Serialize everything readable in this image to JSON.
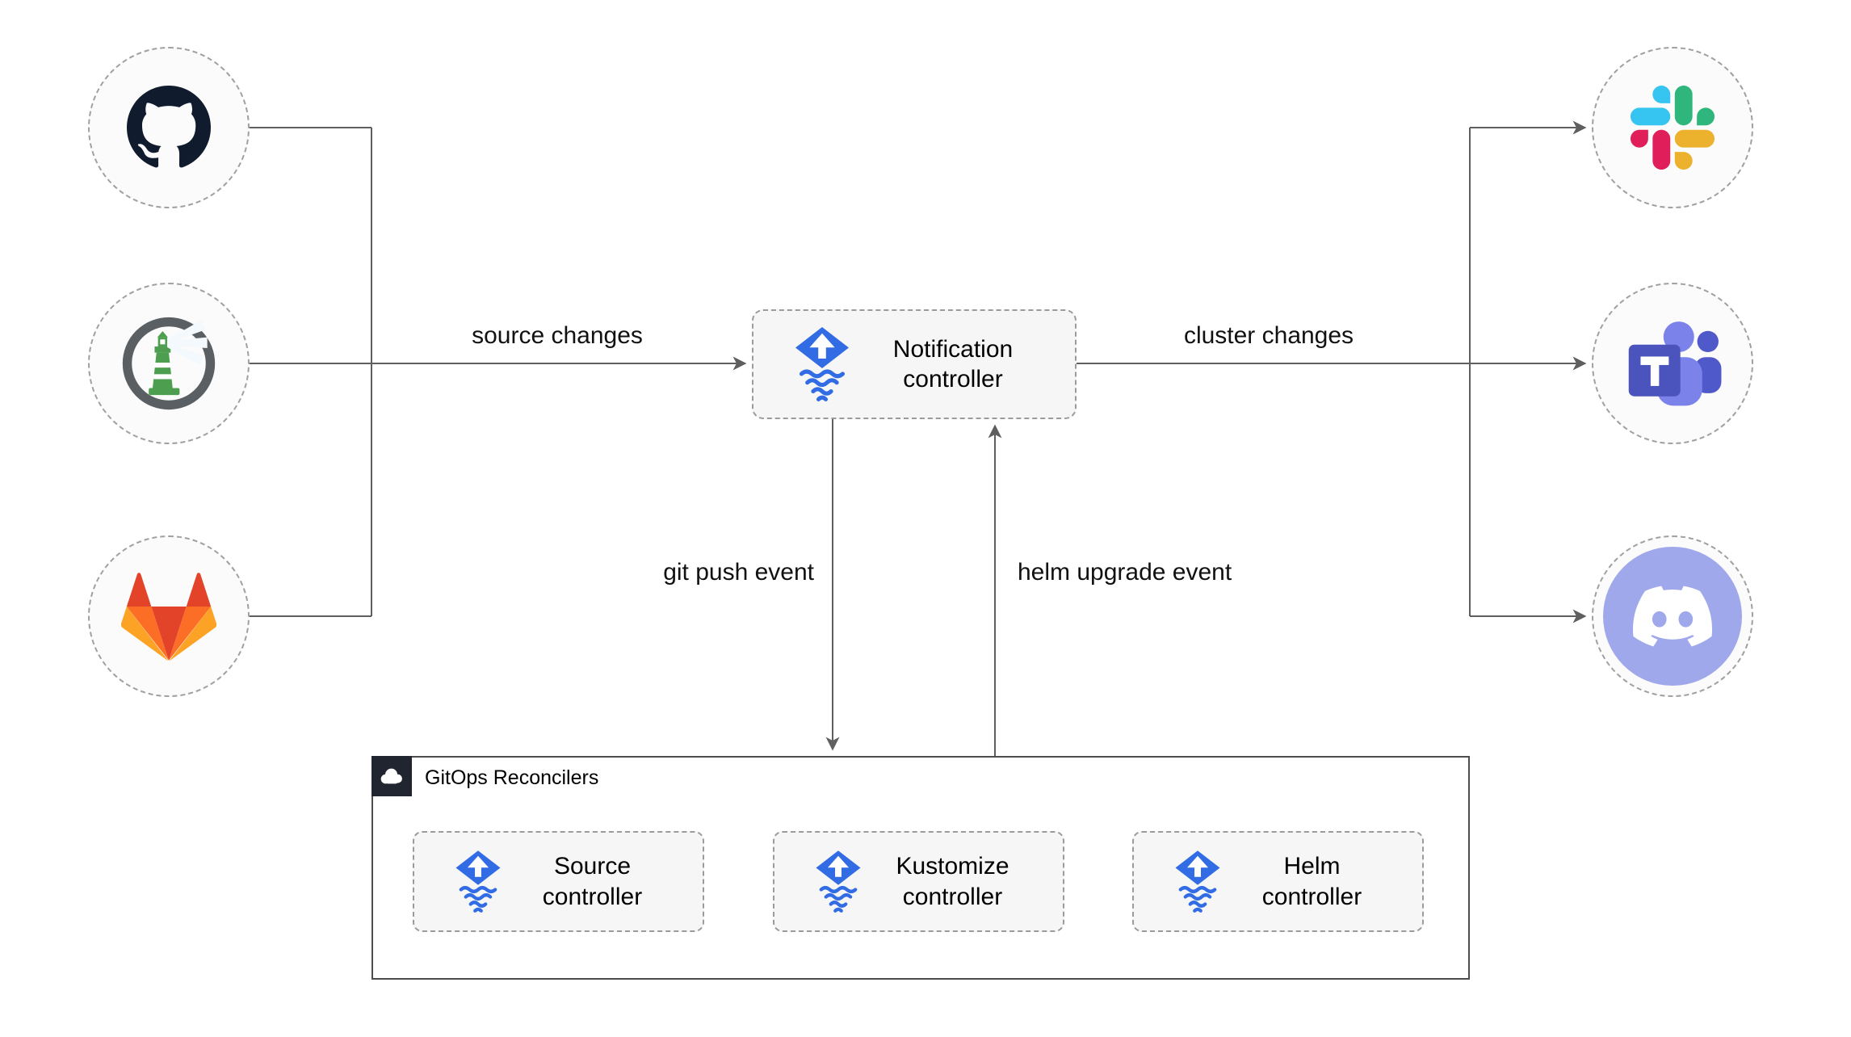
{
  "edges": {
    "source_changes": "source changes",
    "cluster_changes": "cluster changes",
    "git_push_event": "git push event",
    "helm_upgrade_event": "helm upgrade event"
  },
  "notification_controller": {
    "label": "Notification controller"
  },
  "gitops": {
    "title": "GitOps Reconcilers",
    "controllers": [
      {
        "label": "Source controller"
      },
      {
        "label": "Kustomize controller"
      },
      {
        "label": "Helm controller"
      }
    ]
  },
  "sources": [
    {
      "name": "github",
      "icon": "github-icon"
    },
    {
      "name": "harbor",
      "icon": "harbor-icon"
    },
    {
      "name": "gitlab",
      "icon": "gitlab-icon"
    }
  ],
  "targets": [
    {
      "name": "slack",
      "icon": "slack-icon"
    },
    {
      "name": "teams",
      "icon": "microsoft-teams-icon"
    },
    {
      "name": "discord",
      "icon": "discord-icon"
    }
  ],
  "icons": {
    "github-icon": "octocat mark",
    "harbor-icon": "lighthouse with beams",
    "gitlab-icon": "tanuki fox",
    "slack-icon": "slack pinwheel",
    "microsoft-teams-icon": "teams tile with person",
    "discord-icon": "clyde face on circle",
    "flux-icon": "blue diamond up-arrow over waves",
    "cloud-icon": "cloud"
  },
  "colors": {
    "flux_blue": "#316CE4",
    "wire": "#5f5f5f",
    "box_fill": "#f6f6f6",
    "gitlab": [
      "#E24329",
      "#FC6D26",
      "#FCA326"
    ],
    "slack": [
      "#36C5F0",
      "#2EB67D",
      "#ECB22E",
      "#E01E5A"
    ],
    "teams": [
      "#4B53BC",
      "#7B83EB",
      "#5059C9"
    ],
    "discord_circle": "#A0A8EC",
    "harbor_green": "#4E9E4F",
    "github_dark": "#101b2d"
  }
}
